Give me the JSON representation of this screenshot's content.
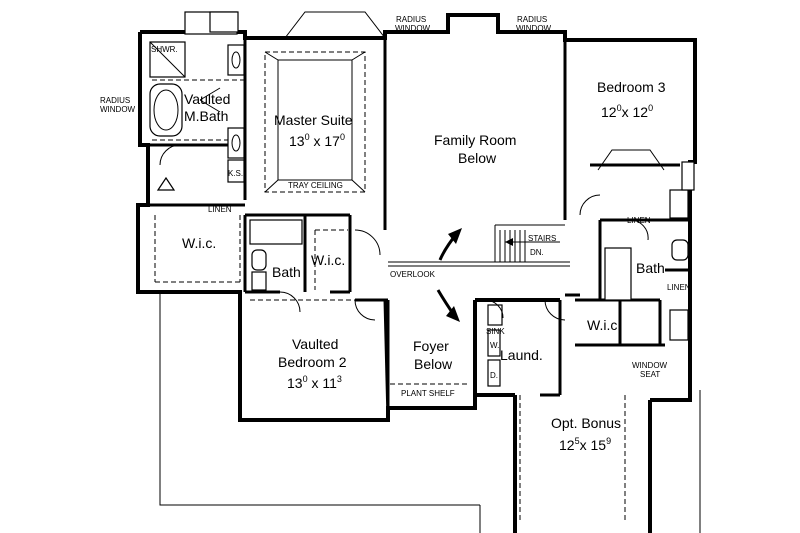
{
  "rooms": {
    "master_suite": {
      "name": "Master Suite",
      "dim_a": "13",
      "dim_b": "17",
      "sup_a": "0",
      "sup_b": "0",
      "note": "TRAY CEILING"
    },
    "family_room": {
      "line1": "Family Room",
      "line2": "Below"
    },
    "bedroom3": {
      "name": "Bedroom  3",
      "dim_a": "12",
      "dim_b": "12",
      "sup_a": "0",
      "sup_b": "0"
    },
    "vaulted_mbath": {
      "line1": "Vaulted",
      "line2": "M.Bath"
    },
    "shower": "SHWR.",
    "ks": "K.S.",
    "linen_left": "LINEN",
    "wic_left": "W.i.c.",
    "bath_mid": "Bath",
    "wic_mid": "W.i.c.",
    "overlook": "OVERLOOK",
    "stairs": "STAIRS",
    "stairs_dn": "DN.",
    "linen_right": "LINEN",
    "linen_right2": "LINEN",
    "bath_right": "Bath",
    "wic_right": "W.i.c.",
    "sink": "SINK",
    "laundry": "Laund.",
    "washer": "W.",
    "dryer": "D.",
    "vaulted_bed2": {
      "line1": "Vaulted",
      "line2": "Bedroom  2",
      "dim_a": "13",
      "dim_b": "11",
      "sup_a": "0",
      "sup_b": "3"
    },
    "foyer": {
      "line1": "Foyer",
      "line2": "Below"
    },
    "plant_shelf": "PLANT SHELF",
    "window_seat": {
      "line1": "WINDOW",
      "line2": "SEAT"
    },
    "opt_bonus": {
      "name": "Opt. Bonus",
      "dim_a": "12",
      "dim_b": "15",
      "sup_a": "5",
      "sup_b": "9"
    }
  },
  "callouts": {
    "radius_window_left": {
      "line1": "RADIUS",
      "line2": "WINDOW"
    },
    "radius_window_top1": {
      "line1": "RADIUS",
      "line2": "WINDOW"
    },
    "radius_window_top2": {
      "line1": "RADIUS",
      "line2": "WINDOW"
    }
  }
}
